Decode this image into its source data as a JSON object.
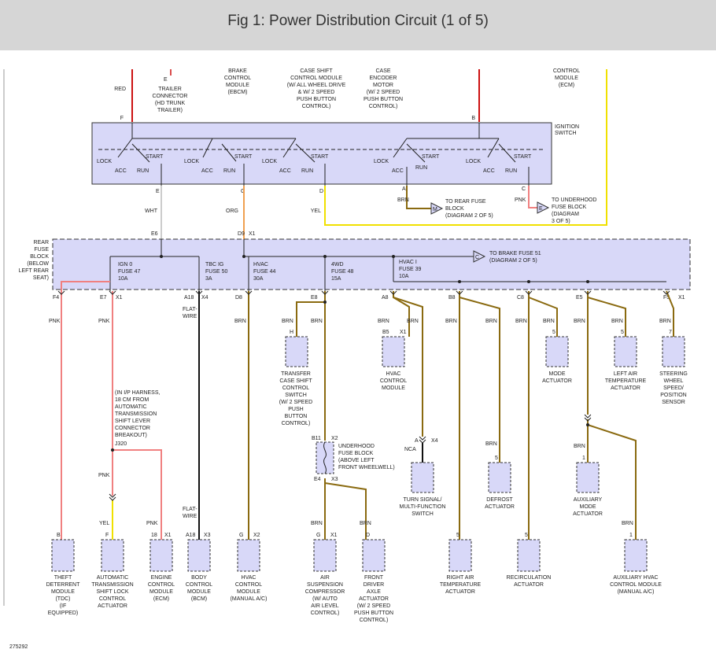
{
  "page_title": "Fig 1: Power Distribution Circuit (1 of 5)",
  "figure_id": "275292",
  "colors": {
    "header_bg": "#d6d6d6",
    "box_fill": "#d8d8f8",
    "red": "#cc1111",
    "pink": "#f08080",
    "orange": "#f0a050",
    "yellow": "#f0e000",
    "brown": "#8a6a10",
    "black": "#111111",
    "white_wire": "#cccccc"
  },
  "top": {
    "red": "RED",
    "trailer": [
      "E",
      "TRAILER",
      "CONNECTOR",
      "(HD TRUNK",
      "TRAILER)"
    ],
    "ebcm": [
      "BRAKE",
      "CONTROL",
      "MODULE",
      "(EBCM)"
    ],
    "tccs": [
      "CASE SHIFT",
      "CONTROL MODULE",
      "(W/ ALL WHEEL DRIVE",
      "& W/ 2 SPEED",
      "PUSH BUTTON",
      "CONTROL)"
    ],
    "encoder": [
      "CASE",
      "ENCODER",
      "MOTOR",
      "(W/ 2 SPEED",
      "PUSH BUTTON",
      "CONTROL)"
    ],
    "ecm": [
      "CONTROL",
      "MODULE",
      "(ECM)"
    ]
  },
  "ign": {
    "title": [
      "IGNITION",
      "SWITCH"
    ],
    "pin_f": "F",
    "pin_b": "B",
    "pin_e": "E",
    "pin_g": "G",
    "pin_d": "D",
    "pin_a": "A",
    "pin_c": "C",
    "lock": "LOCK",
    "acc": "ACC",
    "run": "RUN",
    "start": "START",
    "wht": "WHT",
    "org": "ORG",
    "yel": "YEL",
    "brn": "BRN",
    "pnk": "PNK",
    "m": "M",
    "e": "E",
    "rear_fuse": [
      "TO REAR FUSE",
      "BLOCK",
      "(DIAGRAM 2 OF 5)"
    ],
    "uh_fuse": [
      "TO UNDERHOOD",
      "FUSE BLOCK",
      "(DIAGRAM",
      "3 OF 5)"
    ]
  },
  "fuse": {
    "title": [
      "REAR",
      "FUSE",
      "BLOCK",
      "(BELOW",
      "LEFT REAR",
      "SEAT)"
    ],
    "e6": "E6",
    "d9": "D9",
    "x1": "X1",
    "ign0": [
      "IGN 0",
      "FUSE 47",
      "10A"
    ],
    "tbc": [
      "TBC IG",
      "FUSE 50",
      "3A"
    ],
    "hvac": [
      "HVAC",
      "FUSE 44",
      "30A"
    ],
    "wd4": [
      "4WD",
      "FUSE 48",
      "15A"
    ],
    "hvac1": [
      "HVAC I",
      "FUSE 39",
      "10A"
    ],
    "c": "C",
    "brake": [
      "TO BRAKE FUSE 51",
      "(DIAGRAM 2 OF 5)"
    ]
  },
  "pins": {
    "f4": "F4",
    "e7": "E7",
    "x1": "X1",
    "a18": "A18",
    "x4": "X4",
    "d8": "D8",
    "e8": "E8",
    "a8": "A8",
    "b8": "B8",
    "c8": "C8",
    "e5": "E5",
    "f5": "F5"
  },
  "wires": {
    "pnk": "PNK",
    "flat": [
      "FLAT-",
      "WIRE"
    ],
    "brn": "BRN",
    "yel": "YEL",
    "nca": "NCA"
  },
  "mid": {
    "note": [
      "(IN I/P HARNESS,",
      "18 CM FROM",
      "AUTOMATIC",
      "TRANSMISSION",
      "SHIFT LEVER",
      "CONNECTOR",
      "BREAKOUT)"
    ],
    "j320": "J320",
    "transfer": [
      "TRANSFER",
      "CASE SHIFT",
      "CONTROL",
      "SWITCH",
      "(W/ 2 SPEED",
      "PUSH",
      "BUTTON",
      "CONTROL)"
    ],
    "hvac_mod": [
      "HVAC",
      "CONTROL",
      "MODULE"
    ],
    "mode": [
      "MODE",
      "ACTUATOR"
    ],
    "lat": [
      "LEFT AIR",
      "TEMPERATURE",
      "ACTUATOR"
    ],
    "steer": [
      "STEERING",
      "WHEEL",
      "SPEED/",
      "POSITION",
      "SENSOR"
    ],
    "pin_h": "H",
    "pin_b5": "B5",
    "pin_5": "5",
    "pin_7": "7",
    "pin_1": "1",
    "pin_a": "A",
    "uh": [
      "UNDERHOOD",
      "FUSE BLOCK",
      "(ABOVE LEFT",
      "FRONT WHEELWELL)"
    ],
    "b11": "B11",
    "x2": "X2",
    "e4": "E4",
    "x3": "X3",
    "x4": "X4",
    "turn": [
      "TURN SIGNAL/",
      "MULTI-FUNCTION",
      "SWITCH"
    ],
    "defrost": [
      "DEFROST",
      "ACTUATOR"
    ],
    "aux_mode": [
      "AUXILIARY",
      "MODE",
      "ACTUATOR"
    ]
  },
  "bottom": {
    "tdc": [
      "THEFT",
      "DETERRENT",
      "MODULE",
      "(TDC)",
      "(IF",
      "EQUIPPED)"
    ],
    "atsl": [
      "AUTOMATIC",
      "TRANSMISSION",
      "SHIFT LOCK",
      "CONTROL",
      "ACTUATOR"
    ],
    "ecm": [
      "ENGINE",
      "CONTROL",
      "MODULE",
      "(ECM)"
    ],
    "bcm": [
      "BODY",
      "CONTROL",
      "MODULE",
      "(BCM)"
    ],
    "hvac_man": [
      "HVAC",
      "CONTROL",
      "MODULE",
      "(MANUAL A/C)"
    ],
    "air": [
      "AIR",
      "SUSPENSION",
      "COMPRESSOR",
      "(W/ AUTO",
      "AIR LEVEL",
      "CONTROL)"
    ],
    "fda": [
      "FRONT",
      "DRIVER",
      "AXLE",
      "ACTUATOR",
      "(W/ 2 SPEED",
      "PUSH BUTTON",
      "CONTROL)"
    ],
    "rat": [
      "RIGHT AIR",
      "TEMPERATURE",
      "ACTUATOR"
    ],
    "recirc": [
      "RECIRCULATION",
      "ACTUATOR"
    ],
    "aux_hvac": [
      "AUXILIARY HVAC",
      "CONTROL MODULE",
      "(MANUAL A/C)"
    ],
    "pin_b": "B",
    "pin_f": "F",
    "pin_18": "18",
    "pin_a18": "A18",
    "pin_g": "G",
    "pin_d": "D",
    "pin_5": "5",
    "pin_1": "1",
    "x1": "X1",
    "x2": "X2",
    "x3": "X3"
  }
}
